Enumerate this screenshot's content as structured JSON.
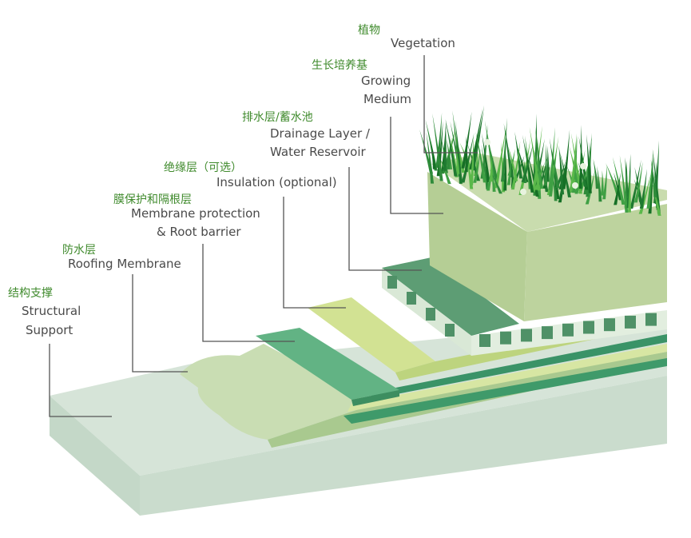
{
  "labels": {
    "vegetation": {
      "zh": "植物",
      "en": "Vegetation"
    },
    "growing_medium": {
      "zh": "生长培养基",
      "en_line1": "Growing",
      "en_line2": "Medium"
    },
    "drainage": {
      "zh": "排水层/蓄水池",
      "en_line1": "Drainage Layer /",
      "en_line2": "Water Reservoir"
    },
    "insulation": {
      "zh": "绝缘层（可选）",
      "en": "Insulation (optional)"
    },
    "membrane_protection": {
      "zh": "膜保护和隔根层",
      "en_line1": "Membrane protection",
      "en_line2": "& Root barrier"
    },
    "roofing_membrane": {
      "zh": "防水层",
      "en": "Roofing Membrane"
    },
    "structural_support": {
      "zh": "结构支撑",
      "en_line1": "Structural",
      "en_line2": "Support"
    }
  },
  "colors": {
    "label_zh": "#3f8a2c",
    "label_en": "#4a4a4a",
    "slab": "#d3e2d6",
    "membrane": "#c7dcb0",
    "protection": "#5fae7e",
    "insulation": "#cfe08f",
    "drainage": "#5b9b72",
    "growing_medium": "#b7cf96",
    "grass": "#2e8b3a"
  }
}
